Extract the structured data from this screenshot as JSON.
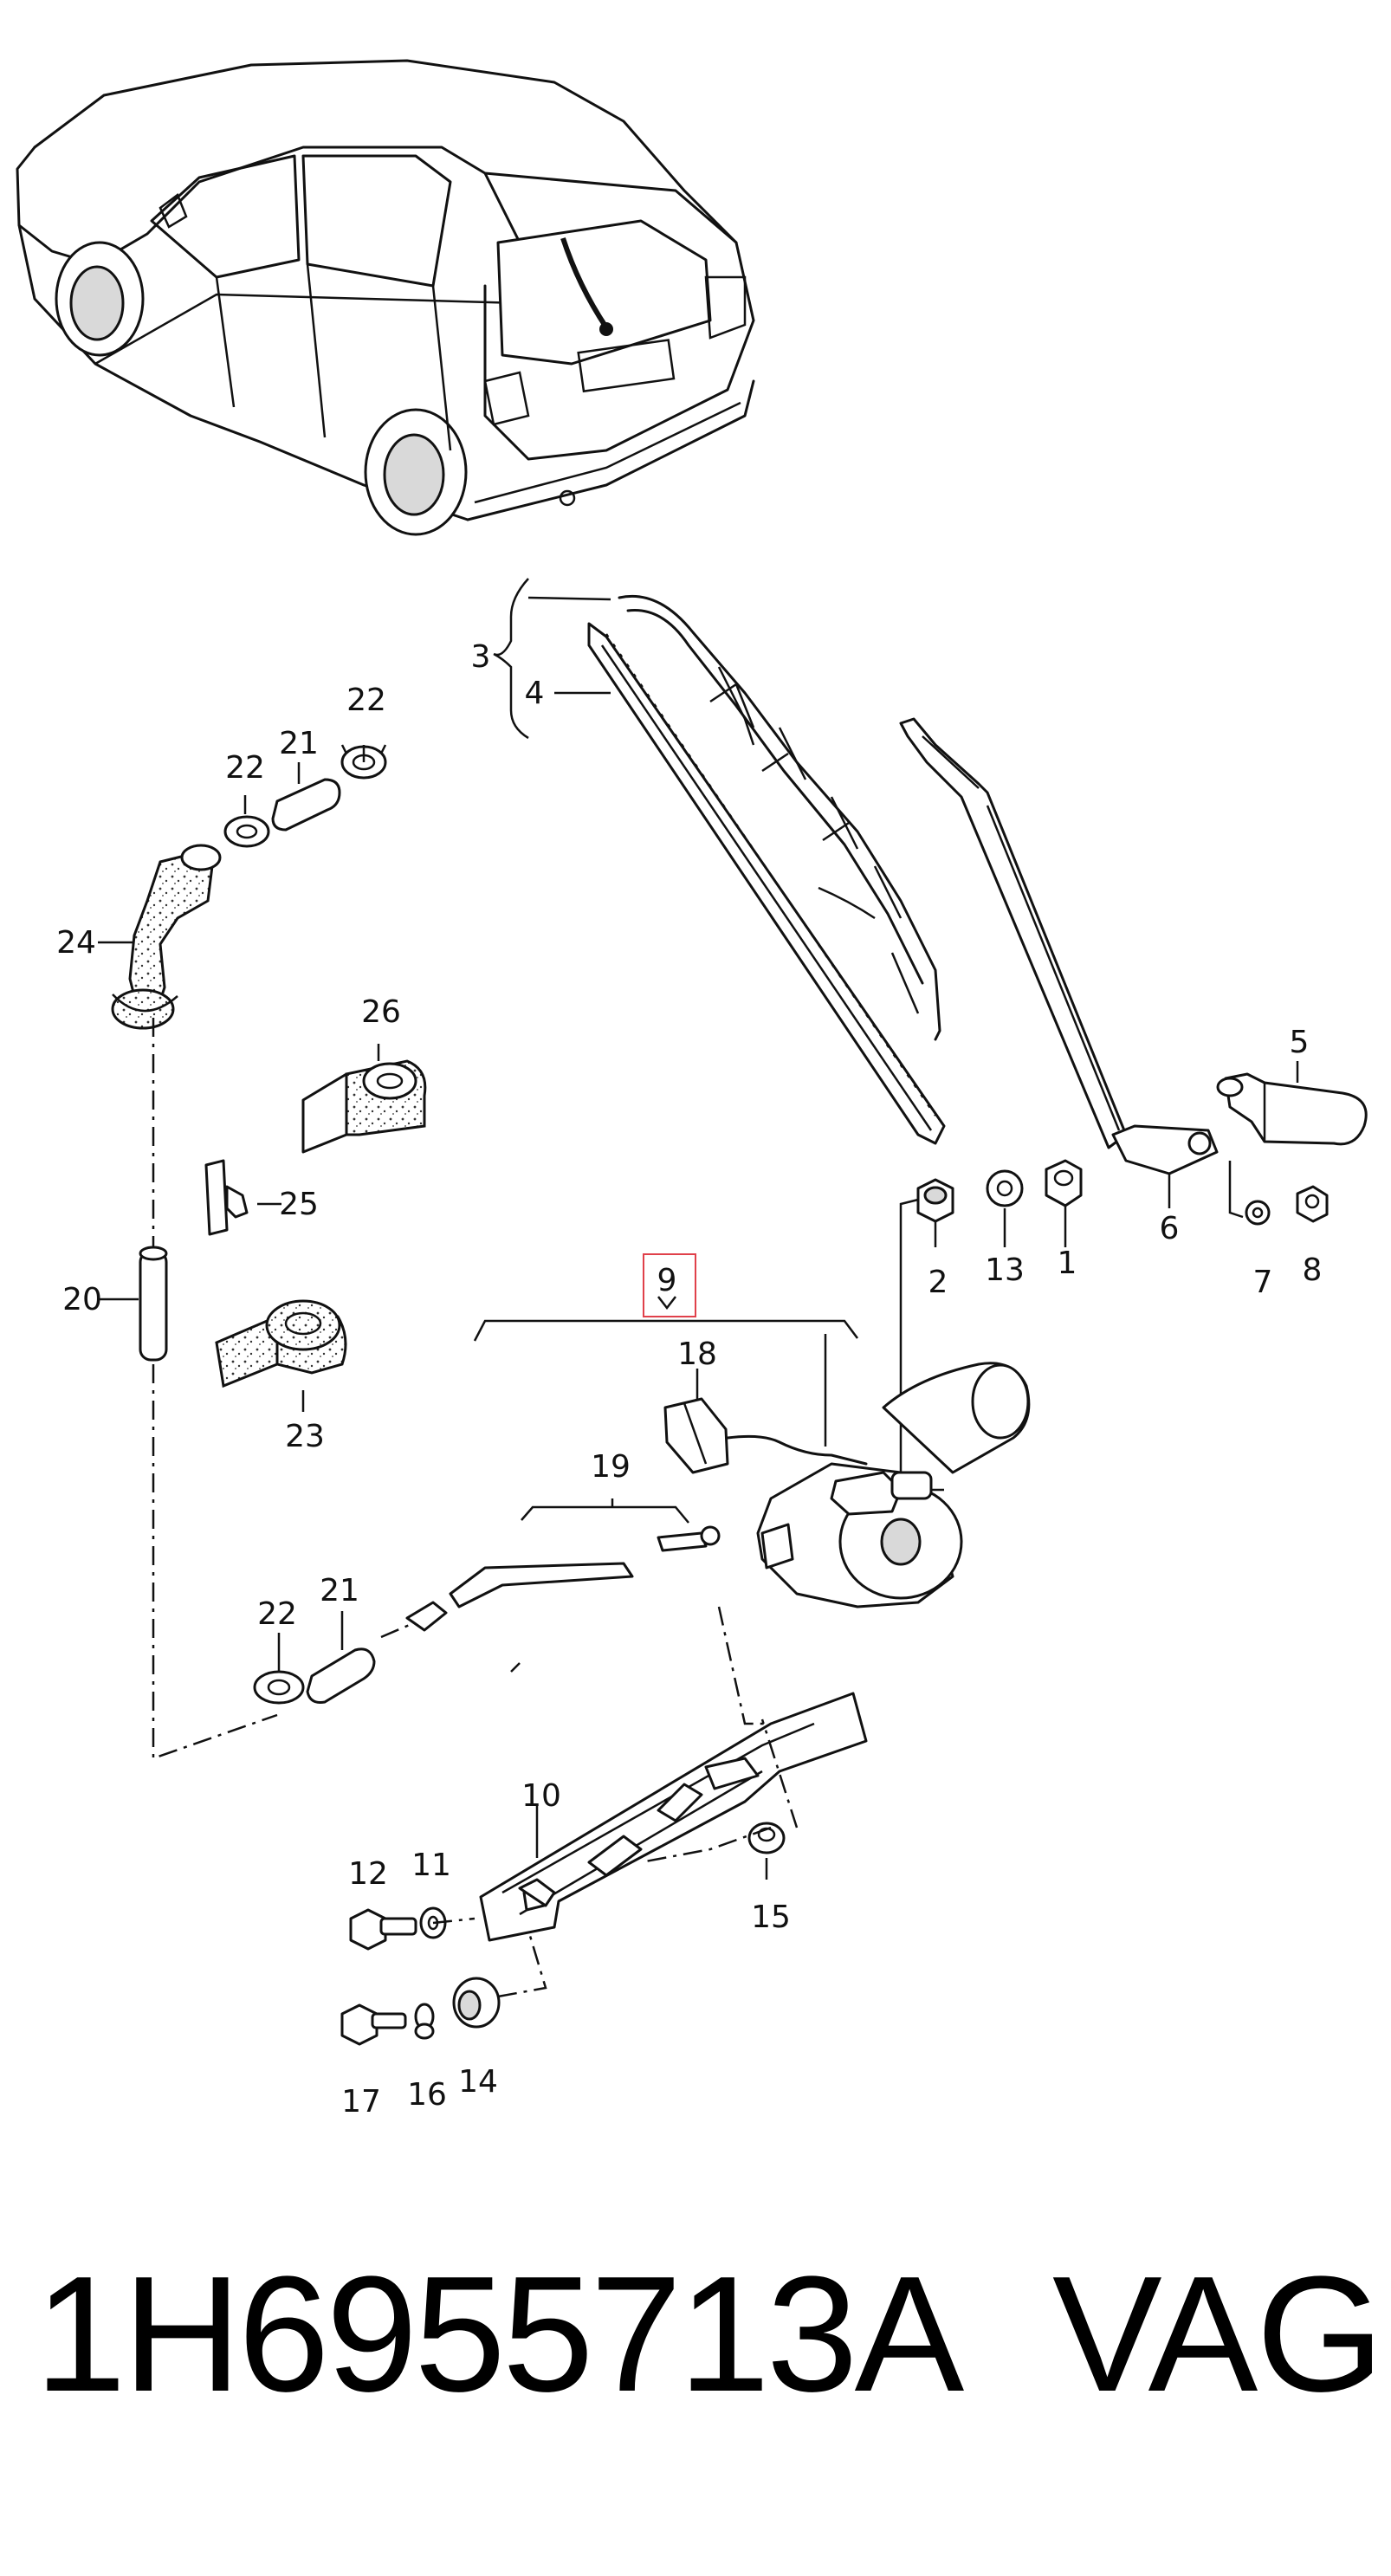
{
  "callouts": [
    {
      "id": "c1",
      "label": "1"
    },
    {
      "id": "c2",
      "label": "2"
    },
    {
      "id": "c3",
      "label": "3"
    },
    {
      "id": "c4",
      "label": "4"
    },
    {
      "id": "c5",
      "label": "5"
    },
    {
      "id": "c6",
      "label": "6"
    },
    {
      "id": "c7",
      "label": "7"
    },
    {
      "id": "c8",
      "label": "8"
    },
    {
      "id": "c9",
      "label": "9"
    },
    {
      "id": "c10",
      "label": "10"
    },
    {
      "id": "c11",
      "label": "11"
    },
    {
      "id": "c12",
      "label": "12"
    },
    {
      "id": "c13",
      "label": "13"
    },
    {
      "id": "c14",
      "label": "14"
    },
    {
      "id": "c15",
      "label": "15"
    },
    {
      "id": "c16",
      "label": "16"
    },
    {
      "id": "c17",
      "label": "17"
    },
    {
      "id": "c18",
      "label": "18"
    },
    {
      "id": "c19",
      "label": "19"
    },
    {
      "id": "c20",
      "label": "20"
    },
    {
      "id": "c21a",
      "label": "21"
    },
    {
      "id": "c21b",
      "label": "21"
    },
    {
      "id": "c22a",
      "label": "22"
    },
    {
      "id": "c22b",
      "label": "22"
    },
    {
      "id": "c22c",
      "label": "22"
    },
    {
      "id": "c23",
      "label": "23"
    },
    {
      "id": "c24",
      "label": "24"
    },
    {
      "id": "c25",
      "label": "25"
    },
    {
      "id": "c26",
      "label": "26"
    }
  ],
  "highlight": {
    "callout": "9",
    "color": "#e0404a"
  },
  "footer": {
    "part_number": "1H6955713A",
    "brand": "VAG"
  }
}
